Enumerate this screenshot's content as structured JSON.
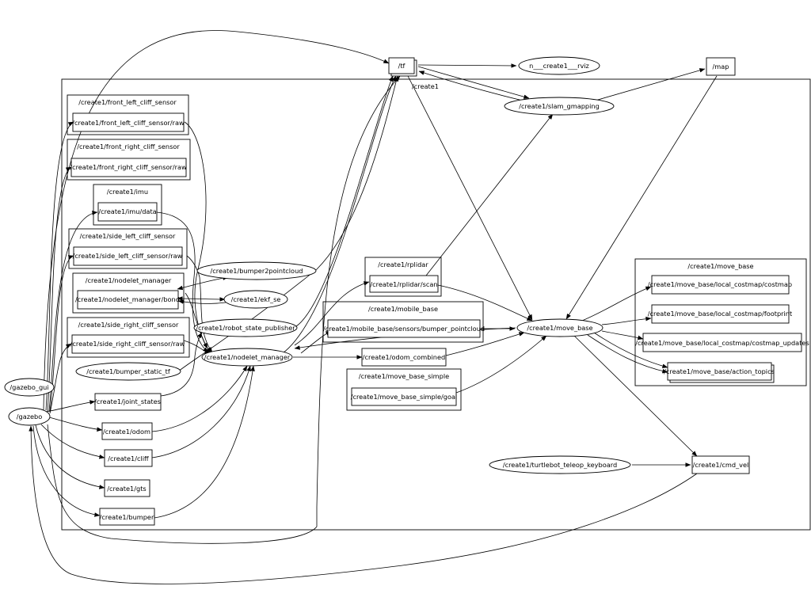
{
  "clusters": {
    "create1": "/create1",
    "front_left": "/create1/front_left_cliff_sensor",
    "front_right": "/create1/front_right_cliff_sensor",
    "imu": "/create1/imu",
    "side_left": "/create1/side_left_cliff_sensor",
    "nodelet_manager": "/create1/nodelet_manager",
    "side_right": "/create1/side_right_cliff_sensor",
    "rplidar": "/create1/rplidar",
    "mobile_base": "/create1/mobile_base",
    "move_base_simple": "/create1/move_base_simple",
    "move_base": "/create1/move_base"
  },
  "topics": {
    "tf": "/tf",
    "map": "/map",
    "front_left_raw": "/create1/front_left_cliff_sensor/raw",
    "front_right_raw": "/create1/front_right_cliff_sensor/raw",
    "imu_data": "/create1/imu/data",
    "side_left_raw": "/create1/side_left_cliff_sensor/raw",
    "bond": "/create1/nodelet_manager/bond",
    "side_right_raw": "/create1/side_right_cliff_sensor/raw",
    "joint_states": "/create1/joint_states",
    "odom": "/create1/odom",
    "cliff": "/create1/cliff",
    "gts": "/create1/gts",
    "bumper": "/create1/bumper",
    "scan": "/create1/rplidar/scan",
    "bumper_pointcloud": "/create1/mobile_base/sensors/bumper_pointcloud",
    "odom_combined": "/create1/odom_combined",
    "goal": "/create1/move_base_simple/goal",
    "costmap": "/create1/move_base/local_costmap/costmap",
    "footprint": "/create1/move_base/local_costmap/footprint",
    "costmap_updates": "/create1/move_base/local_costmap/costmap_updates",
    "action_topics": "/create1/move_base/action_topics",
    "cmd_vel": "/create1/cmd_vel"
  },
  "nodes": {
    "rviz": "n___create1___rviz",
    "slam": "/create1/slam_gmapping",
    "gazebo_gui": "/gazebo_gui",
    "gazebo": "/gazebo",
    "bumper2pointcloud": "/create1/bumper2pointcloud",
    "ekf_se": "/create1/ekf_se",
    "robot_state_publisher": "/create1/robot_state_publisher",
    "bumper_static_tf": "/create1/bumper_static_tf",
    "nodelet_manager": "/create1/nodelet_manager",
    "move_base": "/create1/move_base",
    "teleop": "/create1/turtlebot_teleop_keyboard"
  }
}
